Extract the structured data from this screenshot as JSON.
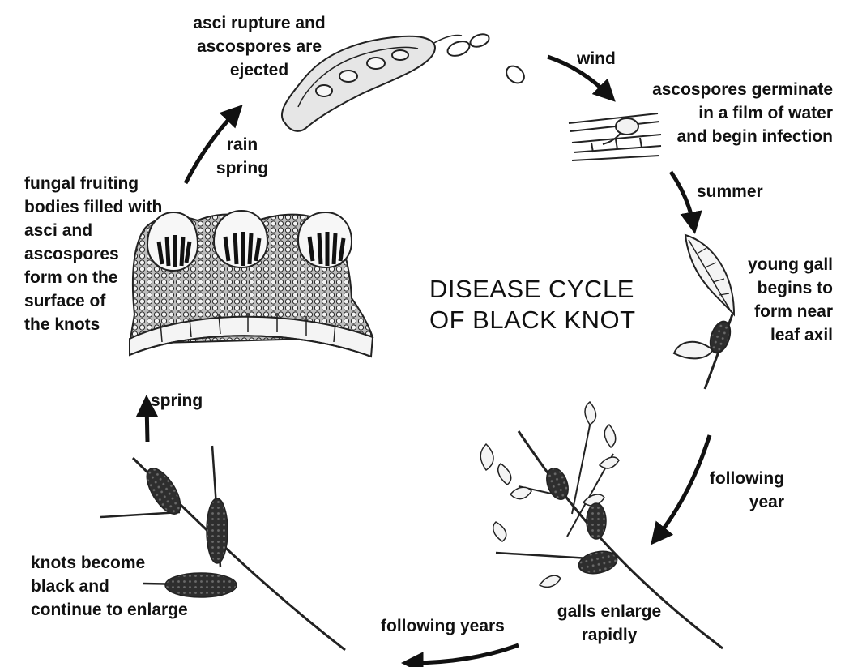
{
  "diagram": {
    "title_lines": [
      "DISEASE CYCLE",
      "OF BLACK KNOT"
    ],
    "stages": {
      "asci_rupture": [
        "asci rupture and",
        "ascospores are",
        "ejected"
      ],
      "germinate": [
        "ascospores germinate",
        "in a film of water",
        "and begin infection"
      ],
      "young_gall": [
        "young gall",
        "begins to",
        "form near",
        "leaf axil"
      ],
      "galls_enlarge": [
        "galls enlarge",
        "rapidly"
      ],
      "knots_black": [
        "knots become",
        "black and",
        "continue to enlarge"
      ],
      "fruiting_bodies": [
        "fungal fruiting",
        "bodies filled with",
        "asci and",
        "ascospores",
        "form on the",
        "surface of",
        "the knots"
      ]
    },
    "transitions": {
      "wind": [
        "wind"
      ],
      "summer": [
        "summer"
      ],
      "following_year": [
        "following",
        "year"
      ],
      "following_years": [
        "following years"
      ],
      "spring": [
        "spring"
      ],
      "rain_spring": [
        "rain",
        "spring"
      ]
    },
    "colors": {
      "ink": "#111111",
      "background": "#ffffff",
      "knot": "#3a3a3a"
    }
  }
}
